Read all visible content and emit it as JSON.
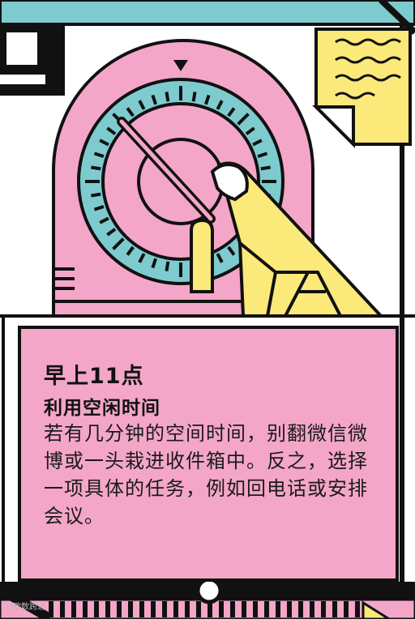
{
  "title": "早上11点",
  "subtitle": "利用空闲时间",
  "body": "若有几分钟的空间时间，别翻微信微博或一头栽进收件箱中。反之，选择一项具体的任务，例如回电话或安排会议。",
  "watermark": "©欧数跨进",
  "colors": {
    "pink": "#f4a6c8",
    "teal": "#7ecbcf",
    "yellow": "#fbe97a",
    "outline": "#111111"
  },
  "icons": [
    "timer-icon",
    "hand-icon",
    "note-icon",
    "arrow-icon"
  ]
}
